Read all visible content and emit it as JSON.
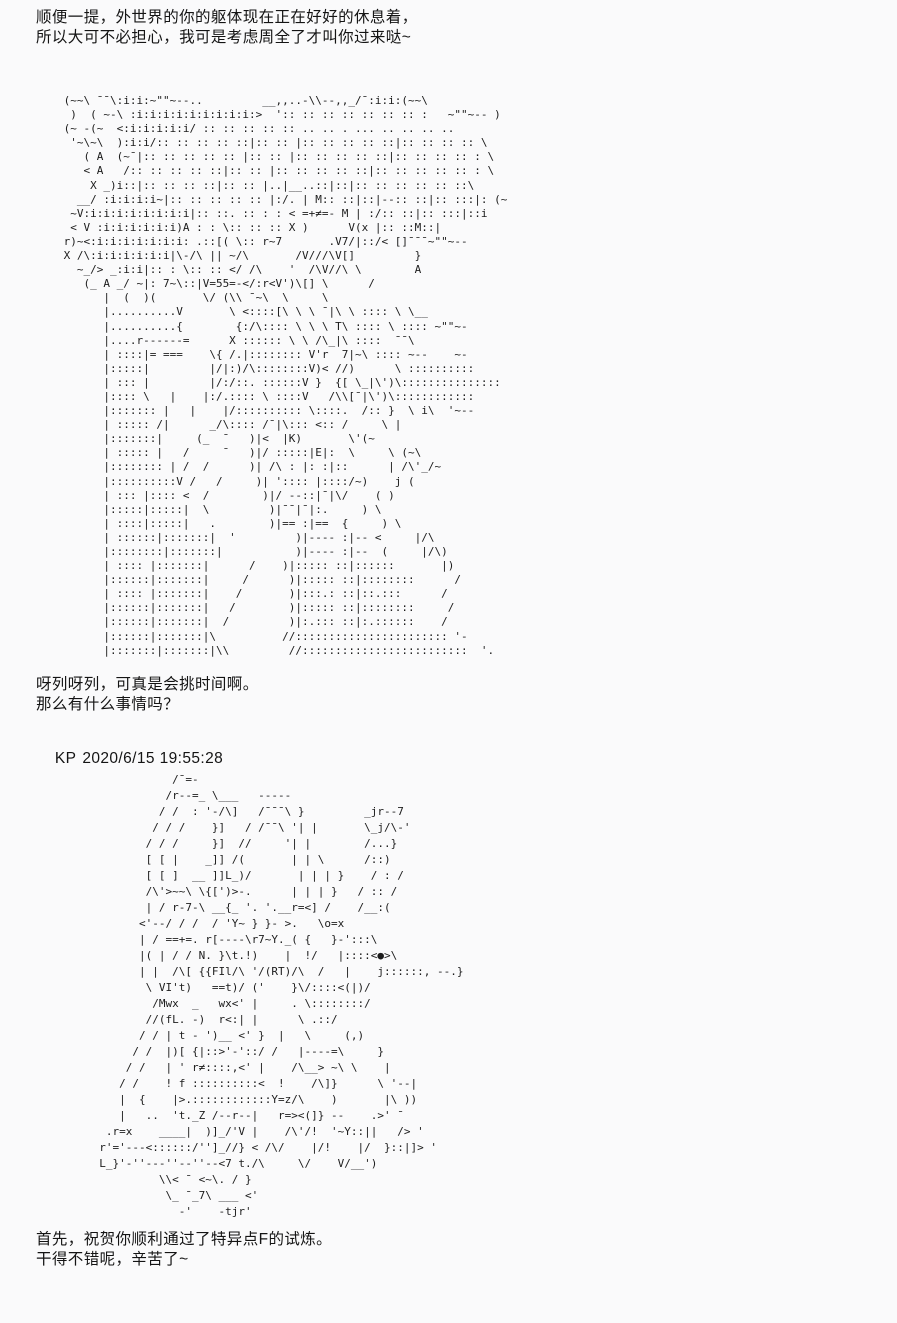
{
  "page": {
    "background_color": "#fafafb",
    "text_color": "#141414"
  },
  "post_top": {
    "lines": [
      "顺便一提，外世界的你的躯体现在正在好好的休息着，",
      "所以大可不必担心，我可是考虑周全了才叫你过来哒~"
    ]
  },
  "art_character_1": {
    "lines": [
      " (~~\\ ¯¯\\:i:i:~\"\"~--..         __,,..-\\\\--,,_/¯:i:i:(~~\\",
      "  )  ( ~-\\ :i:i:i:i:i:i:i:i:i:>  ':: :: :: :: :: :: :: :   ~\"\"~-- )",
      " (~ -(~  <:i:i:i:i:i/ :: :: :: :: :: .. .. . ... .. .. .. ..",
      "  '~\\~\\  ):i:i/:: :: :: :: ::|:: :: |:: :: :: :: ::|:: :: :: :: \\",
      "    ( A  (~¯|:: :: :: :: :: |:: :: |:: :: :: :: ::|:: :: :: :: : \\",
      "    < A   /:: :: :: :: ::|:: :: |:: :: :: :: ::|:: :: :: :: :: : \\",
      "     X _)i::|:: :: :: ::|:: :: |..|__..::|::|:: :: :: :: :: ::\\",
      "   __/ :i:i:i:i~|:: :: :: :: :: |:/. | M:: ::|::|--:: ::|:: :::|: (~",
      "  ~V:i:i:i:i:i:i:i:i|:: ::. :: : : < =+≠=- M | :/:: ::|:: :::|::i",
      "  < V :i:i:i:i:i:i)A : : \\:: :: :: X )      V(x |:: ::M::|",
      " r)~<:i:i:i:i:i:i:i: .::[( \\:: r~7       .V7/|::/< []¯¯¯~\"\"~--",
      " X /\\:i:i:i:i:i:i|\\-/\\ || ~/\\       /V///\\V[]         }",
      "   ~_/> _:i:i|:: : \\:: :: </ /\\    '  /\\V//\\ \\        A",
      "    (_ A _/ ~|: 7~\\::|V=55=-</:r<V')\\[] \\      /",
      "       |  (  )(       \\/ (\\\\ ¯~\\  \\     \\",
      "       |..........V       \\ <::::[\\ \\ \\ ¯|\\ \\ :::: \\ \\__",
      "       |..........{        {:/\\:::: \\ \\ \\ T\\ :::: \\ :::: ~\"\"~-",
      "       |....r------=      X :::::: \\ \\ /\\_|\\ ::::  ¯¯\\",
      "       | ::::|= ===    \\{ /.|:::::::: V'r  7|~\\ :::: ~--    ~-",
      "       |:::::|         |/|:)/\\::::::::V)< //)      \\ ::::::::::",
      "       | ::: |         |/:/::. ::::::V }  {[ \\_|\\')\\:::::::::::::::",
      "       |:::: \\   |    |:/.:::: \\ ::::V   /\\\\[¯|\\')\\::::::::::::",
      "       |::::::: |   |    |/:::::::::: \\::::.  /:: }  \\ i\\  '~--",
      "       | ::::: /|      _/\\:::: /¯|\\::: <:: /     \\ |",
      "       |:::::::|     (_  ¯   )|<  |K)       \\'(~",
      "       | ::::: |   /     ¯   )|/ :::::|E|:  \\     \\ (~\\",
      "       |:::::::: | /  /      )| /\\ : |: :|::      | /\\'_/~",
      "       |::::::::::V /   /     )| ':::: |::::/~)    j (",
      "       | ::: |:::: <  /        )|/ --::|¯|\\/    ( )",
      "       |:::::|:::::|  \\         )|¯¯|¯|:.     ) \\",
      "       | ::::|:::::|   .        )|== :|==  {     ) \\",
      "       | ::::::|:::::::|  '         )|---- :|-- <     |/\\",
      "       |::::::::|:::::::|           )|---- :|--  (     |/\\)",
      "       | :::: |:::::::|      /    )|::::: ::|::::::       |)",
      "       |::::::|:::::::|     /      )|::::: ::|::::::::      /",
      "       | :::: |:::::::|    /       )|:::.: ::|::.:::      /",
      "       |::::::|:::::::|   /        )|::::: ::|::::::::     /",
      "       |::::::|:::::::|  /         )|:.::: ::|:.::::::    /",
      "       |::::::|:::::::|\\          //::::::::::::::::::::::: '-",
      "       |:::::::|:::::::|\\\\         //:::::::::::::::::::::::::  '."
    ]
  },
  "post_middle": {
    "lines": [
      "呀列呀列，可真是会挑时间啊。",
      "那么有什么事情吗？"
    ]
  },
  "kp_post": {
    "author": "KP",
    "timestamp": "2020/6/15 19:55:28"
  },
  "art_character_2": {
    "lines": [
      "             /¯=-",
      "            /r--=_ \\___   -----",
      "           / /  : '-/\\]   /¯¯¯\\ }         _jr--7",
      "          / / /    }]   / /¯¯\\ '| |       \\_j/\\-'",
      "         / / /     }]  //     '| |        /...}",
      "         [ [ |    _]] /(       | | \\      /::)",
      "         [ [ ]  __ ]]L_)/       | | | }    / : /",
      "         /\\'>~~\\ \\{[')>-.      | | | }   / :: /",
      "         | / r-7-\\ __{_ '. '.__r=<] /    /__:(",
      "        <'--/ / /  / 'Y~ } }- >.   \\o=x",
      "        | / ==+=. r[----\\r7~Y._( {   }-':::\\",
      "        |( | / / N. }\\t.!)    |  !/   |::::<●>\\",
      "        | |  /\\[ {{FIl/\\ '/(RT)/\\  /   |    j::::::, --.}",
      "         \\ VI't)   ==t)/ ('    }\\/::::<(|)/",
      "          /Mwx  _   wx<' |     . \\::::::::/",
      "         //(fL. -)  r<:| |      \\ .::/",
      "        / / | t - ')__ <' }  |   \\     (,)",
      "       / /  |)[ {|::>'-'::/ /   |----=\\     }",
      "      / /   | ' r≠::::,<' |    /\\__> ~\\ \\    |",
      "     / /    ! f ::::::::::<  !    /\\]}      \\ '--|",
      "     |  {    |>.::::::::::::Y=z/\\    )       |\\ ))",
      "     |   ..  't._Z /--r--|   r=><(]} --    .>' ¯",
      "   .r=x    ____|  )]_/'V |    /\\'/!  '~Y::||   /> '",
      "  r'='---<::::::/'']_//} < /\\/    |/!    |/  }::|]> '",
      "  L_}'-''---''--''--<7 t./\\     \\/    V/__')",
      "           \\\\< ¯ <~\\. / }",
      "            \\_ ¯_7\\ ___ <'",
      "              -'    -tjr'"
    ]
  },
  "post_bottom": {
    "lines": [
      "首先，祝贺你顺利通过了特异点F的试炼。",
      "干得不错呢，辛苦了~"
    ]
  }
}
